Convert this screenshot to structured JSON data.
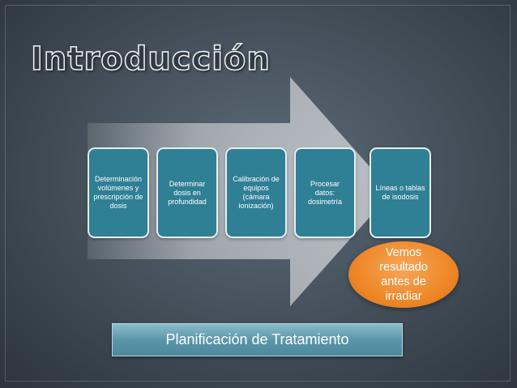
{
  "slide": {
    "title": "Introducción",
    "steps": [
      {
        "label": "Determinación\nvolúmenes y\nprescripción de\ndosis"
      },
      {
        "label": "Determinar\ndosis en\nprofundidad"
      },
      {
        "label": "Calibración de\nequipos\n(cámara\nionización)"
      },
      {
        "label": "Procesar\ndatos:\ndosimetría"
      },
      {
        "label": "Líneas o tablas\nde isodosis"
      }
    ],
    "callout": "Vemos\nresultado\nantes de\nirradiar",
    "banner": "Planificación de Tratamiento",
    "colors": {
      "step_fill": "#2f7f95",
      "callout_fill": "#ef8a2c",
      "arrow_fill": "#ffffff",
      "background": "#46525d"
    }
  }
}
